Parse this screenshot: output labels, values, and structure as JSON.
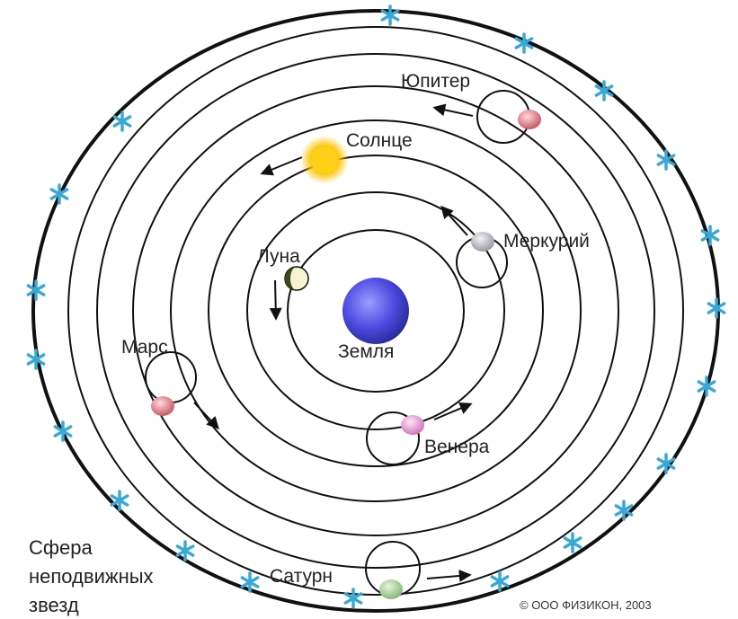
{
  "labels": {
    "jupiter": "Юпитер",
    "sun": "Солнце",
    "mercury": "Меркурий",
    "moon": "Луна",
    "earth": "Земля",
    "mars": "Марс",
    "venus": "Венера",
    "saturn": "Сатурн",
    "sphere_line1": "Сфера",
    "sphere_line2": "неподвижных",
    "sphere_line3": "звезд",
    "copyright": "© ООО ФИЗИКОН, 2003"
  },
  "colors": {
    "earth": "#4a4adf",
    "sun": "#ffc400",
    "moon": "#3a4a1a",
    "mercury": "#b8b8c0",
    "venus": "#e79ad6",
    "mars": "#d8707a",
    "jupiter": "#e0767e",
    "saturn": "#9ccc8a",
    "stars": "#38a9d6",
    "orbits": "#111111"
  },
  "icons": {
    "star": "star-icon",
    "planet": "planet-icon",
    "arrow": "arrow-icon"
  }
}
